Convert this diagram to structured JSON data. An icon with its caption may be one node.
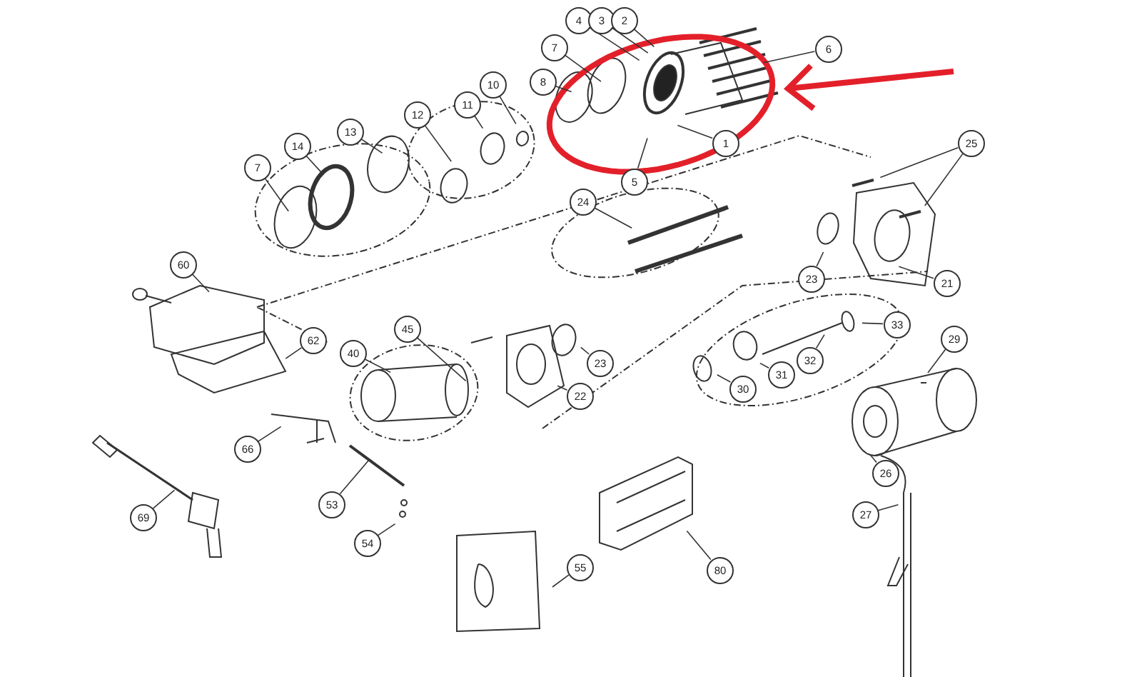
{
  "diagram": {
    "nodes": [
      {
        "text": [
          "4"
        ]
      },
      {
        "text": [
          "3"
        ]
      },
      {
        "text": [
          "2"
        ]
      },
      {
        "text": [
          "7"
        ]
      },
      {
        "text": [
          "8"
        ]
      },
      {
        "text": [
          "6"
        ]
      },
      {
        "text": [
          "1"
        ]
      },
      {
        "text": [
          "5"
        ]
      },
      {
        "text": [
          "10"
        ]
      },
      {
        "text": [
          "11"
        ]
      },
      {
        "text": [
          "12"
        ]
      },
      {
        "text": [
          "7"
        ]
      },
      {
        "text": [
          "14"
        ]
      },
      {
        "text": [
          "13"
        ]
      },
      {
        "text": [
          "24"
        ]
      },
      {
        "text": [
          "25"
        ]
      },
      {
        "text": [
          "21"
        ]
      },
      {
        "text": [
          "23"
        ]
      },
      {
        "text": [
          "60"
        ]
      },
      {
        "text": [
          "62"
        ]
      },
      {
        "text": [
          "45"
        ]
      },
      {
        "text": [
          "40"
        ]
      },
      {
        "text": [
          "23"
        ]
      },
      {
        "text": [
          "22"
        ]
      },
      {
        "text": [
          "33"
        ]
      },
      {
        "text": [
          "32"
        ]
      },
      {
        "text": [
          "31"
        ]
      },
      {
        "text": [
          "30"
        ]
      },
      {
        "text": [
          "29"
        ]
      },
      {
        "text": [
          "66"
        ]
      },
      {
        "text": [
          "53"
        ]
      },
      {
        "text": [
          "54"
        ]
      },
      {
        "text": [
          "69"
        ]
      },
      {
        "text": [
          "26"
        ]
      },
      {
        "text": [
          "27"
        ]
      },
      {
        "text": [
          "55"
        ]
      },
      {
        "text": [
          "80"
        ]
      }
    ],
    "edges": [
      {
        "from": 0,
        "to": null,
        "arrow": "none"
      },
      {
        "from": 1,
        "to": null,
        "arrow": "none"
      },
      {
        "from": 2,
        "to": null,
        "arrow": "none"
      },
      {
        "from": 3,
        "to": null,
        "arrow": "none"
      },
      {
        "from": 4,
        "to": null,
        "arrow": "none"
      },
      {
        "from": 5,
        "to": null,
        "arrow": "none"
      },
      {
        "from": 6,
        "to": null,
        "arrow": "none"
      },
      {
        "from": 7,
        "to": null,
        "arrow": "none"
      },
      {
        "from": 8,
        "to": null,
        "arrow": "none"
      },
      {
        "from": 9,
        "to": null,
        "arrow": "none"
      },
      {
        "from": 10,
        "to": null,
        "arrow": "none"
      },
      {
        "from": 11,
        "to": null,
        "arrow": "none"
      },
      {
        "from": 12,
        "to": null,
        "arrow": "none"
      },
      {
        "from": 13,
        "to": null,
        "arrow": "none"
      },
      {
        "from": 14,
        "to": null,
        "arrow": "none"
      },
      {
        "from": 15,
        "to": null,
        "arrow": "none"
      },
      {
        "from": 16,
        "to": null,
        "arrow": "none"
      },
      {
        "from": 17,
        "to": null,
        "arrow": "none"
      },
      {
        "from": 18,
        "to": null,
        "arrow": "none"
      },
      {
        "from": 19,
        "to": null,
        "arrow": "none"
      },
      {
        "from": 20,
        "to": null,
        "arrow": "none"
      },
      {
        "from": 21,
        "to": null,
        "arrow": "none"
      },
      {
        "from": 22,
        "to": null,
        "arrow": "none"
      },
      {
        "from": 23,
        "to": null,
        "arrow": "none"
      },
      {
        "from": 24,
        "to": null,
        "arrow": "none"
      },
      {
        "from": 25,
        "to": null,
        "arrow": "none"
      },
      {
        "from": 26,
        "to": null,
        "arrow": "none"
      },
      {
        "from": 27,
        "to": null,
        "arrow": "none"
      },
      {
        "from": 28,
        "to": null,
        "arrow": "none"
      },
      {
        "from": 29,
        "to": null,
        "arrow": "none"
      },
      {
        "from": 30,
        "to": null,
        "arrow": "none"
      },
      {
        "from": 31,
        "to": null,
        "arrow": "none"
      },
      {
        "from": 32,
        "to": null,
        "arrow": "none"
      },
      {
        "from": 33,
        "to": null,
        "arrow": "none"
      },
      {
        "from": 34,
        "to": null,
        "arrow": "none"
      },
      {
        "from": 35,
        "to": null,
        "arrow": "none"
      },
      {
        "from": 36,
        "to": null,
        "arrow": "none"
      },
      {
        "from": 15,
        "to": null,
        "arrow": "none"
      }
    ]
  }
}
